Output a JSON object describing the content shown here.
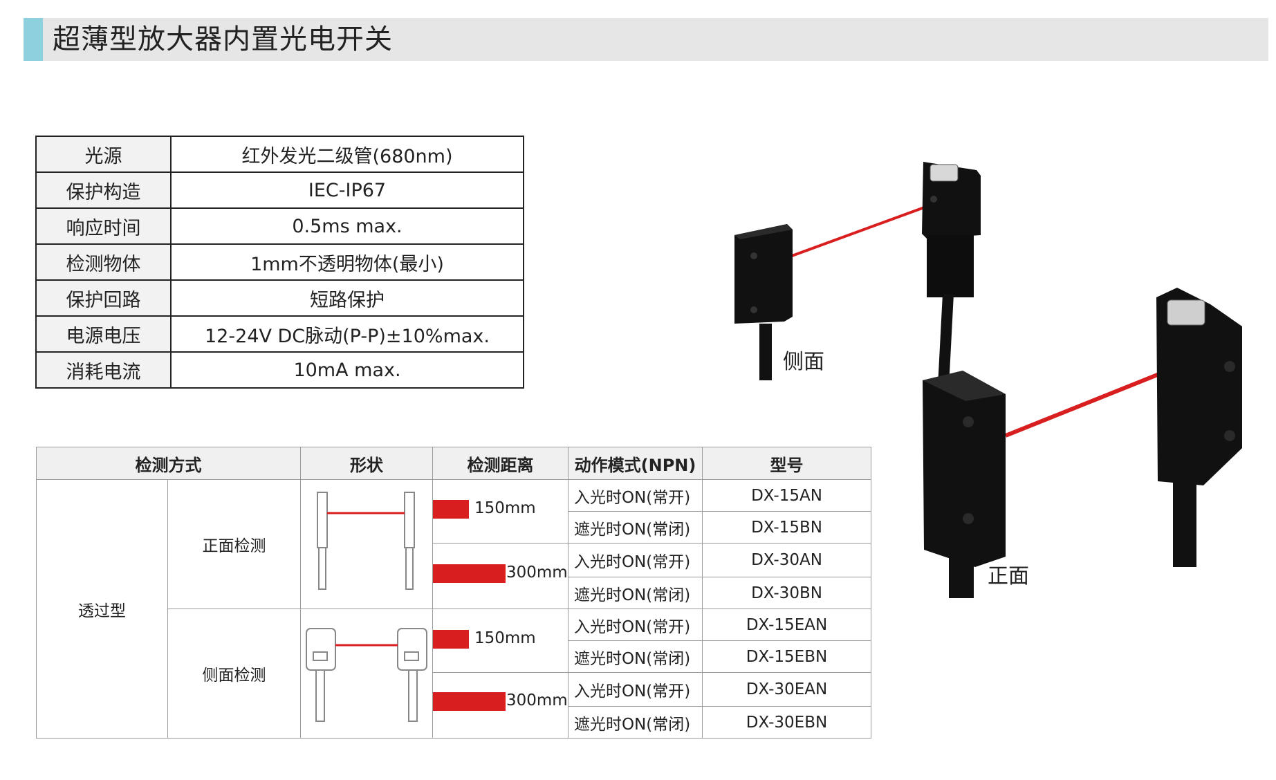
{
  "title": "超薄型放大器内置光电开关",
  "specs": [
    {
      "label": "光源",
      "value": "红外发光二级管(680nm)"
    },
    {
      "label": "保护构造",
      "value": "IEC-IP67"
    },
    {
      "label": "响应时间",
      "value": "0.5ms max."
    },
    {
      "label": "检测物体",
      "value": "1mm不透明物体(最小)"
    },
    {
      "label": "保护回路",
      "value": "短路保护"
    },
    {
      "label": "电源电压",
      "value": "12-24V DC脉动(P-P)±10%max."
    },
    {
      "label": "消耗电流",
      "value": "10mA max."
    }
  ],
  "model_table": {
    "headers": [
      "检测方式",
      "形状",
      "检测距离",
      "动作模式(NPN)",
      "型号"
    ],
    "type": "透过型",
    "methods": [
      "正面检测",
      "侧面检测"
    ],
    "distances": [
      "150mm",
      "300mm",
      "150mm",
      "300mm"
    ],
    "modes": [
      "入光时ON(常开)",
      "遮光时ON(常闭)",
      "入光时ON(常开)",
      "遮光时ON(常闭)",
      "入光时ON(常开)",
      "遮光时ON(常闭)",
      "入光时ON(常开)",
      "遮光时ON(常闭)"
    ],
    "models": [
      "DX-15AN",
      "DX-15BN",
      "DX-30AN",
      "DX-30BN",
      "DX-15EAN",
      "DX-15EBN",
      "DX-30EAN",
      "DX-30EBN"
    ]
  },
  "captions": {
    "side": "侧面",
    "front": "正面"
  },
  "colors": {
    "accent": "#8ed0dd",
    "beam": "#d81e1e",
    "header_bg": "#e6e6e6"
  }
}
